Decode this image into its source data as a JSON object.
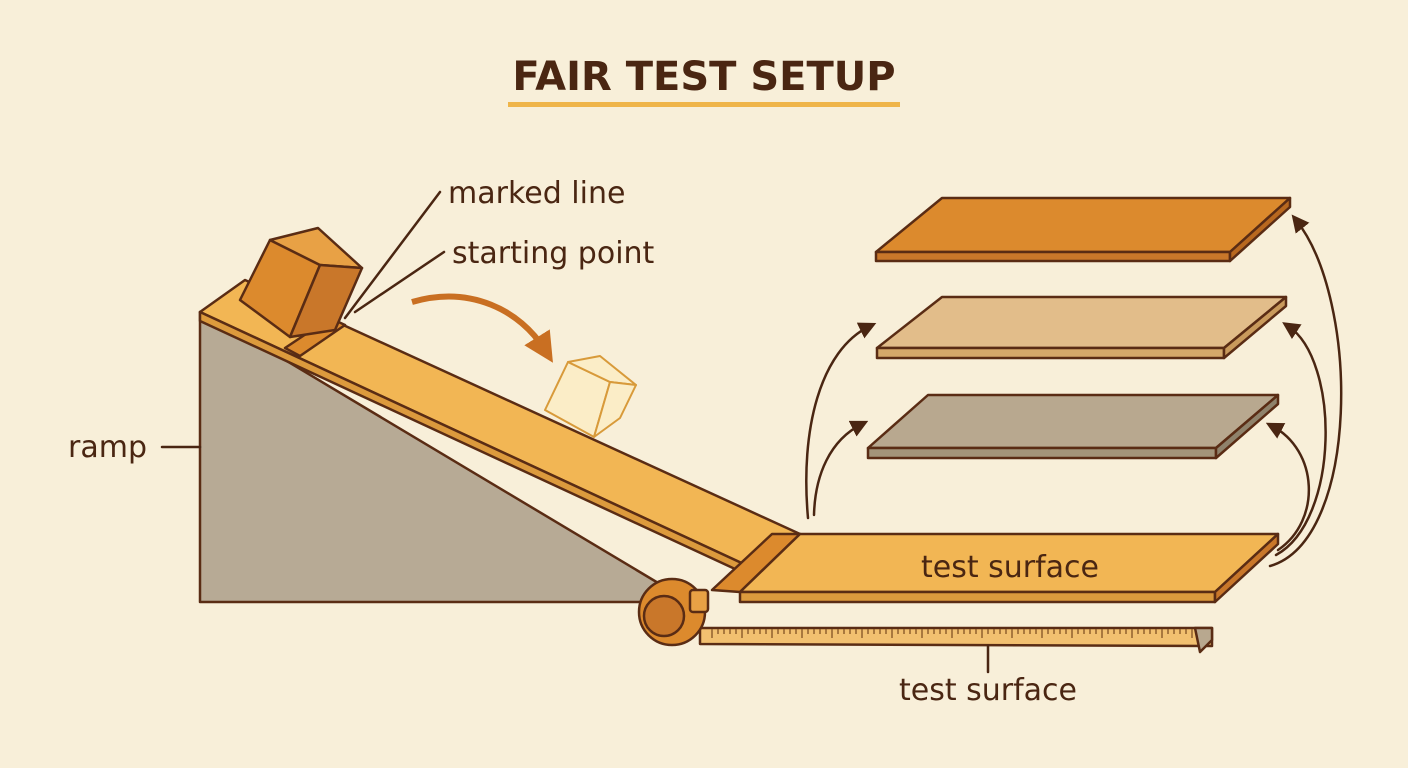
{
  "title": "FAIR TEST SETUP",
  "labels": {
    "marked_line": "marked line",
    "starting_point": "starting point",
    "ramp": "ramp",
    "test_surface_board": "test surface",
    "test_surface_tape": "test surface"
  },
  "surfaces": [
    {
      "name": "orange-board",
      "color": "#dc8a2d"
    },
    {
      "name": "tan-board",
      "color": "#e2bd8a"
    },
    {
      "name": "gray-board",
      "color": "#b8a88f"
    }
  ],
  "colors": {
    "background": "#f8efd9",
    "ramp_side": "#b7aa95",
    "ramp_top": "#f2b654",
    "ink": "#4a2612",
    "accent_underline": "#efb54a",
    "block": "#dc8a2d"
  }
}
